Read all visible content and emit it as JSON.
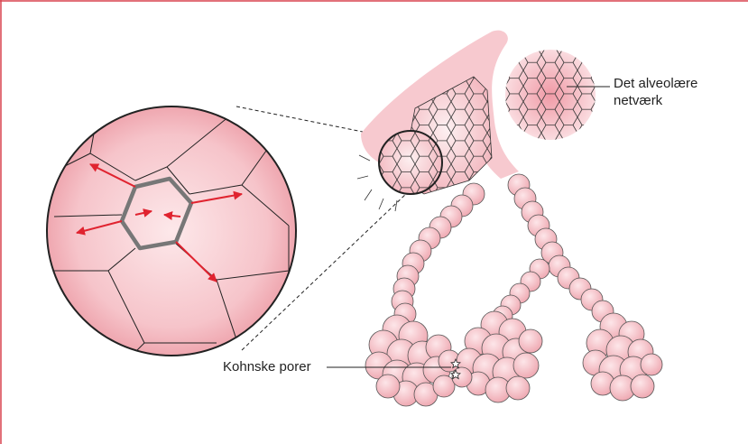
{
  "labels": {
    "alveolar_network_line1": "Det alveolære",
    "alveolar_network_line2": "netværk",
    "pores_of_kohn": "Kohnske porer"
  },
  "colors": {
    "frame_border": "#d9424e",
    "tissue_fill": "#f7c9cf",
    "tissue_dark": "#e88f9a",
    "force_arrow": "#e0232f",
    "central_hexagon": "#777777",
    "outline": "#222222"
  }
}
